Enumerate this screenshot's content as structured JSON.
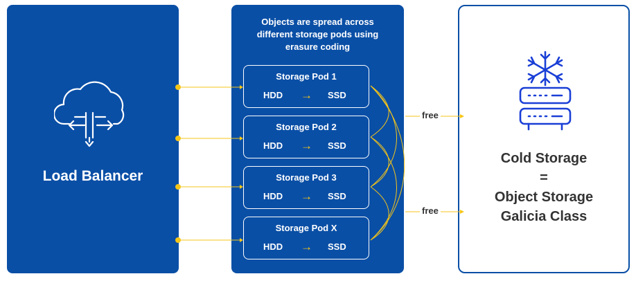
{
  "load_balancer": {
    "title": "Load Balancer",
    "icon": "cloud-split-icon"
  },
  "middle": {
    "title_lines": [
      "Objects are spread across",
      "different storage pods using",
      "erasure coding"
    ],
    "pods": [
      {
        "name": "Storage Pod 1",
        "from": "HDD",
        "to": "SSD"
      },
      {
        "name": "Storage Pod 2",
        "from": "HDD",
        "to": "SSD"
      },
      {
        "name": "Storage Pod 3",
        "from": "HDD",
        "to": "SSD"
      },
      {
        "name": "Storage Pod X",
        "from": "HDD",
        "to": "SSD"
      }
    ]
  },
  "connectors": {
    "free_top": "free",
    "free_bottom": "free"
  },
  "cold": {
    "icon": "frozen-server-icon",
    "title_lines": [
      "Cold Storage",
      "=",
      "Object Storage",
      "Galicia Class"
    ]
  },
  "colors": {
    "primary": "#0a4fa6",
    "accent": "#f5c518",
    "text_dark": "#333333"
  }
}
